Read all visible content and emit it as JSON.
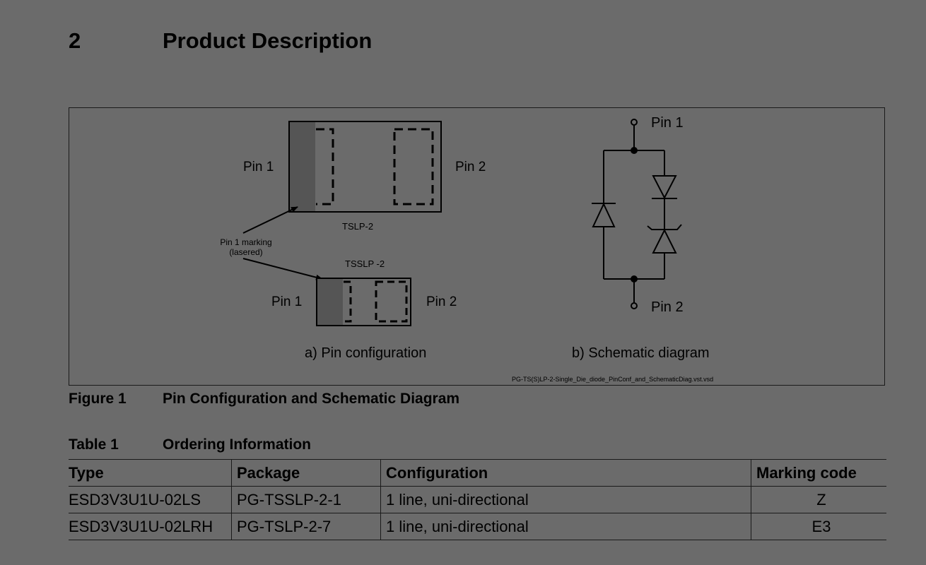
{
  "section": {
    "number": "2",
    "title": "Product Description"
  },
  "figure": {
    "pin_config": {
      "tslp": {
        "pin1": "Pin 1",
        "pin2": "Pin 2",
        "package": "TSLP-2"
      },
      "tsslp": {
        "pin1": "Pin 1",
        "pin2": "Pin 2",
        "package": "TSSLP -2"
      },
      "marking_note_line1": "Pin 1 marking",
      "marking_note_line2": "(lasered)",
      "caption": "a) Pin configuration"
    },
    "schematic": {
      "pin1": "Pin 1",
      "pin2": "Pin 2",
      "caption": "b) Schematic diagram"
    },
    "filename": "PG-TS(S)LP-2-Single_Die_diode_PinConf_and_SchematicDiag.vst.vsd",
    "label": "Figure 1",
    "title": "Pin Configuration and Schematic Diagram"
  },
  "table": {
    "label": "Table 1",
    "title": "Ordering Information",
    "headers": [
      "Type",
      "Package",
      "Configuration",
      "Marking code"
    ],
    "rows": [
      [
        "ESD3V3U1U-02LS",
        "PG-TSSLP-2-1",
        "1 line, uni-directional",
        "Z"
      ],
      [
        "ESD3V3U1U-02LRH",
        "PG-TSLP-2-7",
        "1 line, uni-directional",
        "E3"
      ]
    ]
  }
}
